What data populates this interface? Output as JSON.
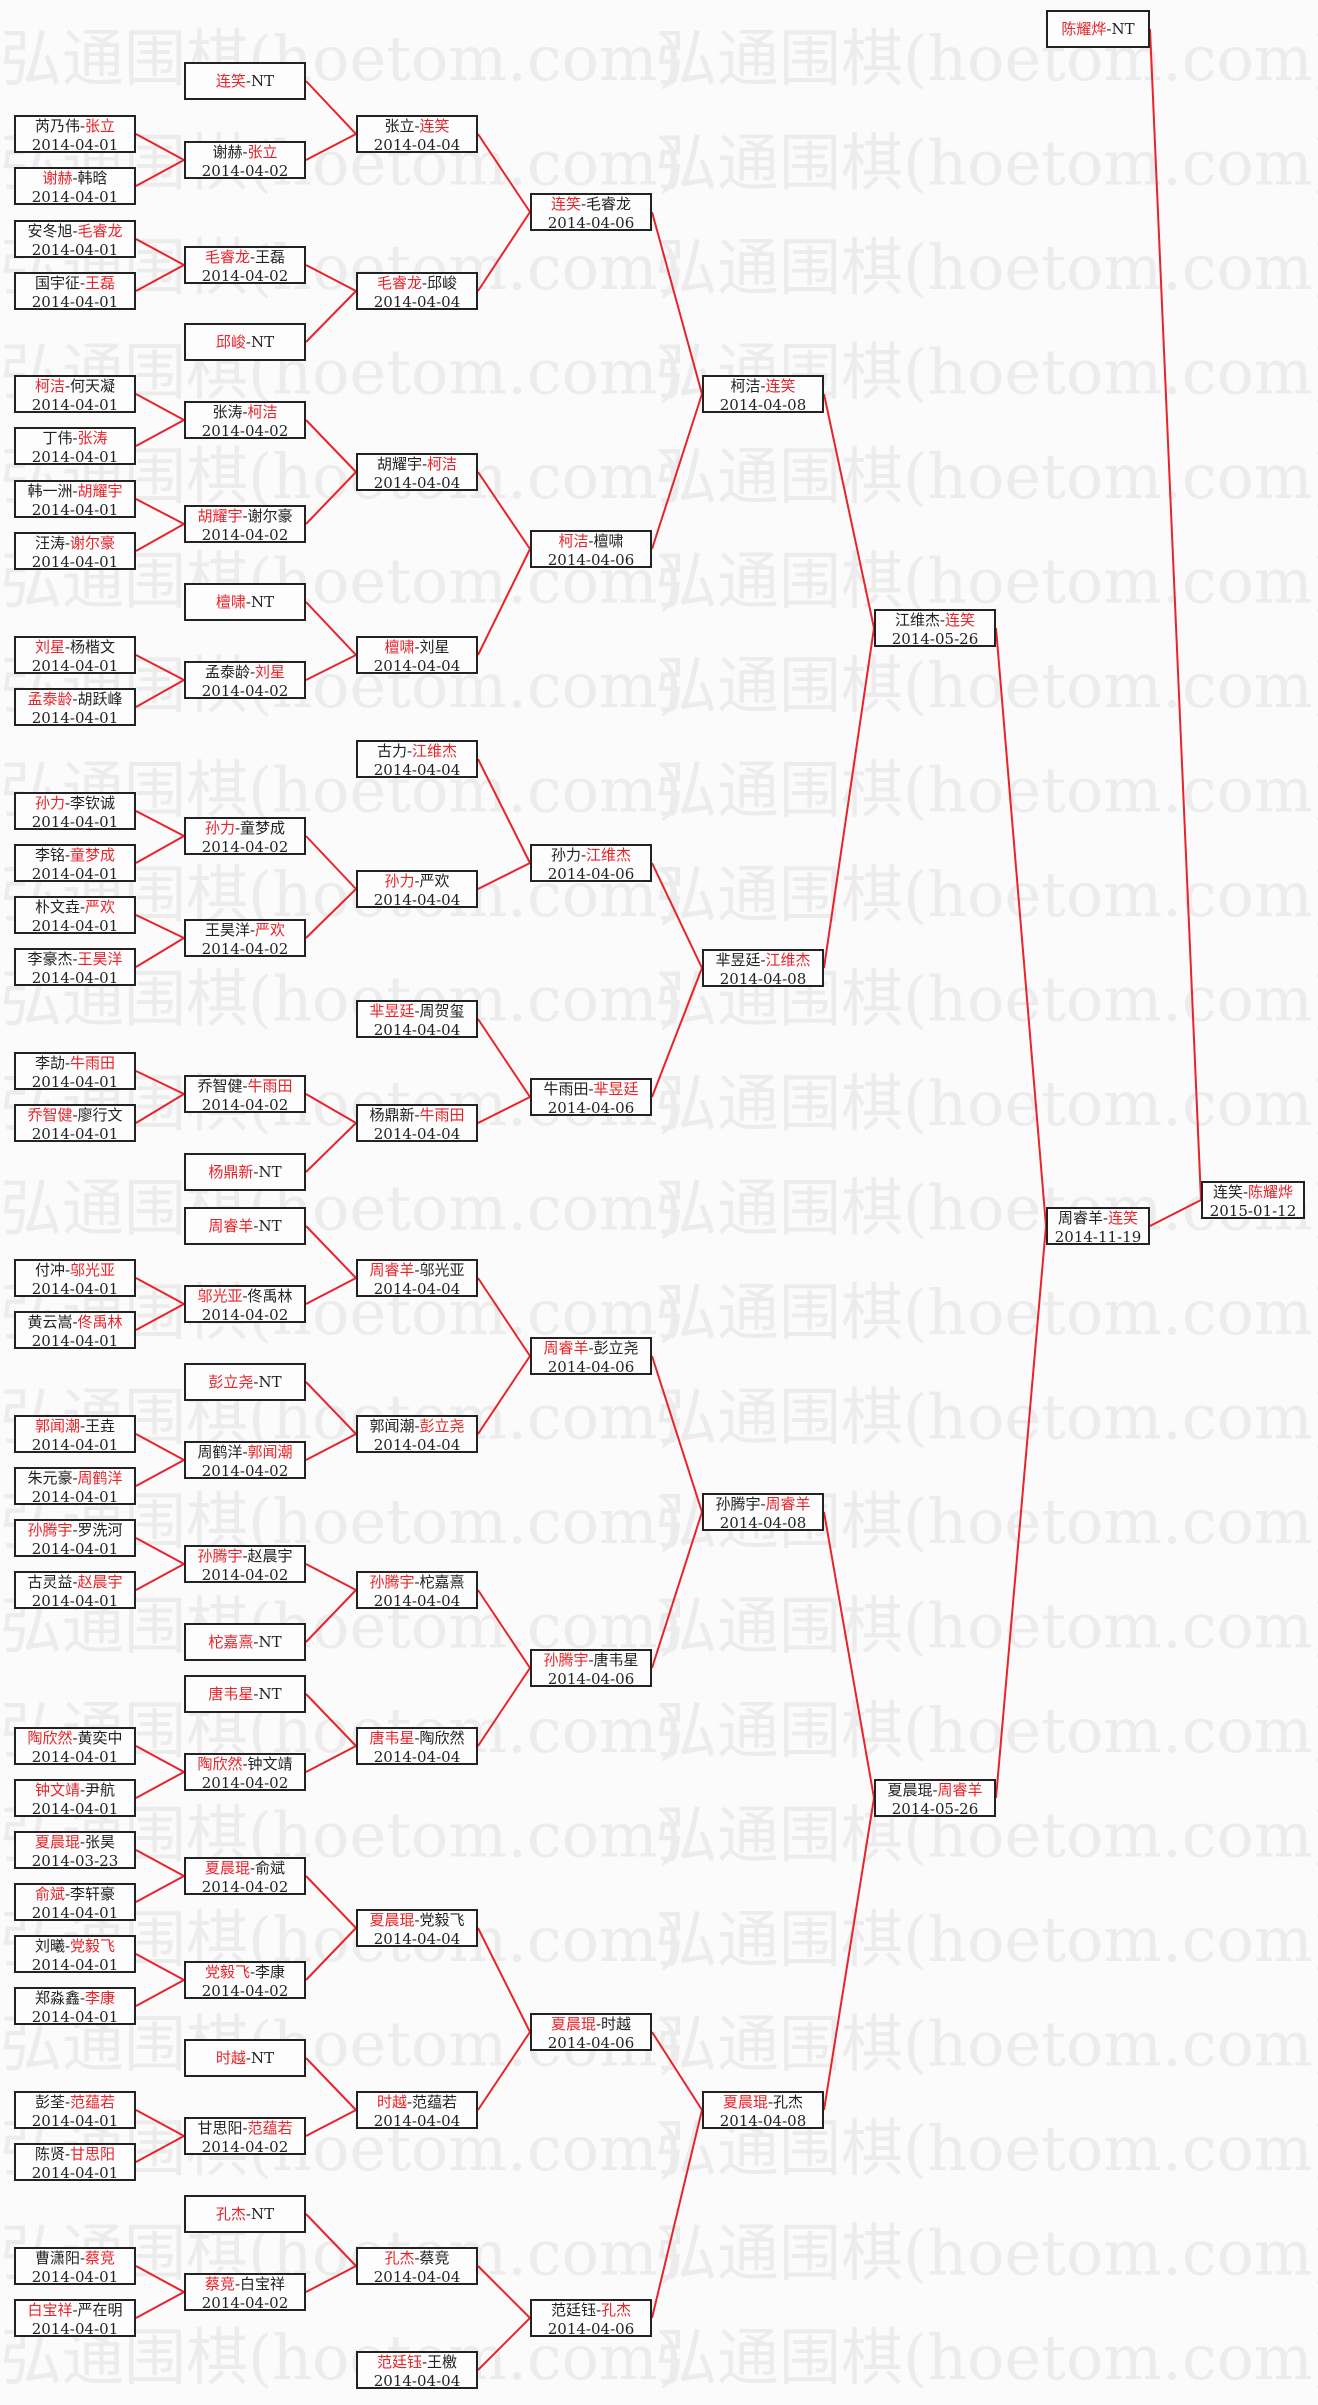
{
  "watermark": "弘通围棋(hoetom.com)",
  "colors": {
    "winner": "#e8242a",
    "line": "#e8242a",
    "text": "#222222",
    "watermark": "#ececec"
  },
  "bracket": {
    "r1": [
      {
        "a": "芮乃伟",
        "b": "张立",
        "w": "b",
        "date": "2014-04-01"
      },
      {
        "a": "谢赫",
        "b": "韩晗",
        "w": "a",
        "date": "2014-04-01"
      },
      {
        "a": "安冬旭",
        "b": "毛睿龙",
        "w": "b",
        "date": "2014-04-01"
      },
      {
        "a": "国宇征",
        "b": "王磊",
        "w": "b",
        "date": "2014-04-01"
      },
      {
        "a": "柯洁",
        "b": "何天凝",
        "w": "a",
        "date": "2014-04-01"
      },
      {
        "a": "丁伟",
        "b": "张涛",
        "w": "b",
        "date": "2014-04-01"
      },
      {
        "a": "韩一洲",
        "b": "胡耀宇",
        "w": "b",
        "date": "2014-04-01"
      },
      {
        "a": "汪涛",
        "b": "谢尔豪",
        "w": "b",
        "date": "2014-04-01"
      },
      {
        "a": "刘星",
        "b": "杨楷文",
        "w": "a",
        "date": "2014-04-01"
      },
      {
        "a": "孟泰龄",
        "b": "胡跃峰",
        "w": "a",
        "date": "2014-04-01"
      },
      {
        "a": "孙力",
        "b": "李钦诚",
        "w": "a",
        "date": "2014-04-01"
      },
      {
        "a": "李铭",
        "b": "童梦成",
        "w": "b",
        "date": "2014-04-01"
      },
      {
        "a": "朴文垚",
        "b": "严欢",
        "w": "b",
        "date": "2014-04-01"
      },
      {
        "a": "李豪杰",
        "b": "王昊洋",
        "w": "b",
        "date": "2014-04-01"
      },
      {
        "a": "李劼",
        "b": "牛雨田",
        "w": "b",
        "date": "2014-04-01"
      },
      {
        "a": "乔智健",
        "b": "廖行文",
        "w": "a",
        "date": "2014-04-01"
      },
      {
        "a": "付冲",
        "b": "邬光亚",
        "w": "b",
        "date": "2014-04-01"
      },
      {
        "a": "黄云嵩",
        "b": "佟禹林",
        "w": "b",
        "date": "2014-04-01"
      },
      {
        "a": "郭闻潮",
        "b": "王垚",
        "w": "a",
        "date": "2014-04-01"
      },
      {
        "a": "朱元豪",
        "b": "周鹤洋",
        "w": "b",
        "date": "2014-04-01"
      },
      {
        "a": "孙腾宇",
        "b": "罗洗河",
        "w": "a",
        "date": "2014-04-01"
      },
      {
        "a": "古灵益",
        "b": "赵晨宇",
        "w": "b",
        "date": "2014-04-01"
      },
      {
        "a": "陶欣然",
        "b": "黄奕中",
        "w": "a",
        "date": "2014-04-01"
      },
      {
        "a": "钟文靖",
        "b": "尹航",
        "w": "a",
        "date": "2014-04-01"
      },
      {
        "a": "夏晨琨",
        "b": "张昊",
        "w": "a",
        "date": "2014-03-23"
      },
      {
        "a": "俞斌",
        "b": "李轩豪",
        "w": "a",
        "date": "2014-04-01"
      },
      {
        "a": "刘曦",
        "b": "党毅飞",
        "w": "b",
        "date": "2014-04-01"
      },
      {
        "a": "郑淼鑫",
        "b": "李康",
        "w": "b",
        "date": "2014-04-01"
      },
      {
        "a": "彭荃",
        "b": "范蕴若",
        "w": "b",
        "date": "2014-04-01"
      },
      {
        "a": "陈贤",
        "b": "甘思阳",
        "w": "b",
        "date": "2014-04-01"
      },
      {
        "a": "曹潇阳",
        "b": "蔡竞",
        "w": "b",
        "date": "2014-04-01"
      },
      {
        "a": "白宝祥",
        "b": "严在明",
        "w": "a",
        "date": "2014-04-01"
      }
    ],
    "r2": [
      {
        "a": "连笑",
        "b": "NT",
        "w": "a",
        "date": ""
      },
      {
        "a": "谢赫",
        "b": "张立",
        "w": "b",
        "date": "2014-04-02"
      },
      {
        "a": "毛睿龙",
        "b": "王磊",
        "w": "a",
        "date": "2014-04-02"
      },
      {
        "a": "邱峻",
        "b": "NT",
        "w": "a",
        "date": ""
      },
      {
        "a": "张涛",
        "b": "柯洁",
        "w": "b",
        "date": "2014-04-02"
      },
      {
        "a": "胡耀宇",
        "b": "谢尔豪",
        "w": "a",
        "date": "2014-04-02"
      },
      {
        "a": "檀啸",
        "b": "NT",
        "w": "a",
        "date": ""
      },
      {
        "a": "孟泰龄",
        "b": "刘星",
        "w": "b",
        "date": "2014-04-02"
      },
      {
        "a": "孙力",
        "b": "童梦成",
        "w": "a",
        "date": "2014-04-02"
      },
      {
        "a": "王昊洋",
        "b": "严欢",
        "w": "b",
        "date": "2014-04-02"
      },
      {
        "a": "乔智健",
        "b": "牛雨田",
        "w": "b",
        "date": "2014-04-02"
      },
      {
        "a": "杨鼎新",
        "b": "NT",
        "w": "a",
        "date": ""
      },
      {
        "a": "周睿羊",
        "b": "NT",
        "w": "a",
        "date": ""
      },
      {
        "a": "邬光亚",
        "b": "佟禹林",
        "w": "a",
        "date": "2014-04-02"
      },
      {
        "a": "彭立尧",
        "b": "NT",
        "w": "a",
        "date": ""
      },
      {
        "a": "周鹤洋",
        "b": "郭闻潮",
        "w": "b",
        "date": "2014-04-02"
      },
      {
        "a": "孙腾宇",
        "b": "赵晨宇",
        "w": "a",
        "date": "2014-04-02"
      },
      {
        "a": "柁嘉熹",
        "b": "NT",
        "w": "a",
        "date": ""
      },
      {
        "a": "唐韦星",
        "b": "NT",
        "w": "a",
        "date": ""
      },
      {
        "a": "陶欣然",
        "b": "钟文靖",
        "w": "a",
        "date": "2014-04-02"
      },
      {
        "a": "夏晨琨",
        "b": "俞斌",
        "w": "a",
        "date": "2014-04-02"
      },
      {
        "a": "党毅飞",
        "b": "李康",
        "w": "a",
        "date": "2014-04-02"
      },
      {
        "a": "时越",
        "b": "NT",
        "w": "a",
        "date": ""
      },
      {
        "a": "甘思阳",
        "b": "范蕴若",
        "w": "b",
        "date": "2014-04-02"
      },
      {
        "a": "孔杰",
        "b": "NT",
        "w": "a",
        "date": ""
      },
      {
        "a": "蔡竞",
        "b": "白宝祥",
        "w": "a",
        "date": "2014-04-02"
      }
    ],
    "r3": [
      {
        "a": "张立",
        "b": "连笑",
        "w": "b",
        "date": "2014-04-04"
      },
      {
        "a": "毛睿龙",
        "b": "邱峻",
        "w": "a",
        "date": "2014-04-04"
      },
      {
        "a": "胡耀宇",
        "b": "柯洁",
        "w": "b",
        "date": "2014-04-04"
      },
      {
        "a": "檀啸",
        "b": "刘星",
        "w": "a",
        "date": "2014-04-04"
      },
      {
        "a": "古力",
        "b": "江维杰",
        "w": "b",
        "date": "2014-04-04"
      },
      {
        "a": "孙力",
        "b": "严欢",
        "w": "a",
        "date": "2014-04-04"
      },
      {
        "a": "芈昱廷",
        "b": "周贺玺",
        "w": "a",
        "date": "2014-04-04"
      },
      {
        "a": "杨鼎新",
        "b": "牛雨田",
        "w": "b",
        "date": "2014-04-04"
      },
      {
        "a": "周睿羊",
        "b": "邬光亚",
        "w": "a",
        "date": "2014-04-04"
      },
      {
        "a": "郭闻潮",
        "b": "彭立尧",
        "w": "b",
        "date": "2014-04-04"
      },
      {
        "a": "孙腾宇",
        "b": "柁嘉熹",
        "w": "a",
        "date": "2014-04-04"
      },
      {
        "a": "唐韦星",
        "b": "陶欣然",
        "w": "a",
        "date": "2014-04-04"
      },
      {
        "a": "夏晨琨",
        "b": "党毅飞",
        "w": "a",
        "date": "2014-04-04"
      },
      {
        "a": "时越",
        "b": "范蕴若",
        "w": "a",
        "date": "2014-04-04"
      },
      {
        "a": "孔杰",
        "b": "蔡竞",
        "w": "a",
        "date": "2014-04-04"
      },
      {
        "a": "范廷钰",
        "b": "王檄",
        "w": "a",
        "date": "2014-04-04"
      }
    ],
    "r4": [
      {
        "a": "连笑",
        "b": "毛睿龙",
        "w": "a",
        "date": "2014-04-06"
      },
      {
        "a": "柯洁",
        "b": "檀啸",
        "w": "a",
        "date": "2014-04-06"
      },
      {
        "a": "孙力",
        "b": "江维杰",
        "w": "b",
        "date": "2014-04-06"
      },
      {
        "a": "牛雨田",
        "b": "芈昱廷",
        "w": "b",
        "date": "2014-04-06"
      },
      {
        "a": "周睿羊",
        "b": "彭立尧",
        "w": "a",
        "date": "2014-04-06"
      },
      {
        "a": "孙腾宇",
        "b": "唐韦星",
        "w": "a",
        "date": "2014-04-06"
      },
      {
        "a": "夏晨琨",
        "b": "时越",
        "w": "a",
        "date": "2014-04-06"
      },
      {
        "a": "范廷钰",
        "b": "孔杰",
        "w": "b",
        "date": "2014-04-06"
      }
    ],
    "r5": [
      {
        "a": "柯洁",
        "b": "连笑",
        "w": "b",
        "date": "2014-04-08"
      },
      {
        "a": "芈昱廷",
        "b": "江维杰",
        "w": "b",
        "date": "2014-04-08"
      },
      {
        "a": "孙腾宇",
        "b": "周睿羊",
        "w": "b",
        "date": "2014-04-08"
      },
      {
        "a": "夏晨琨",
        "b": "孔杰",
        "w": "a",
        "date": "2014-04-08"
      }
    ],
    "r6": [
      {
        "a": "江维杰",
        "b": "连笑",
        "w": "b",
        "date": "2014-05-26"
      },
      {
        "a": "夏晨琨",
        "b": "周睿羊",
        "w": "b",
        "date": "2014-05-26"
      }
    ],
    "r7": [
      {
        "a": "周睿羊",
        "b": "连笑",
        "w": "b",
        "date": "2014-11-19"
      },
      {
        "a": "陈耀烨",
        "b": "NT",
        "w": "a",
        "date": ""
      }
    ],
    "r8": [
      {
        "a": "连笑",
        "b": "陈耀烨",
        "w": "b",
        "date": "2015-01-12"
      }
    ]
  }
}
